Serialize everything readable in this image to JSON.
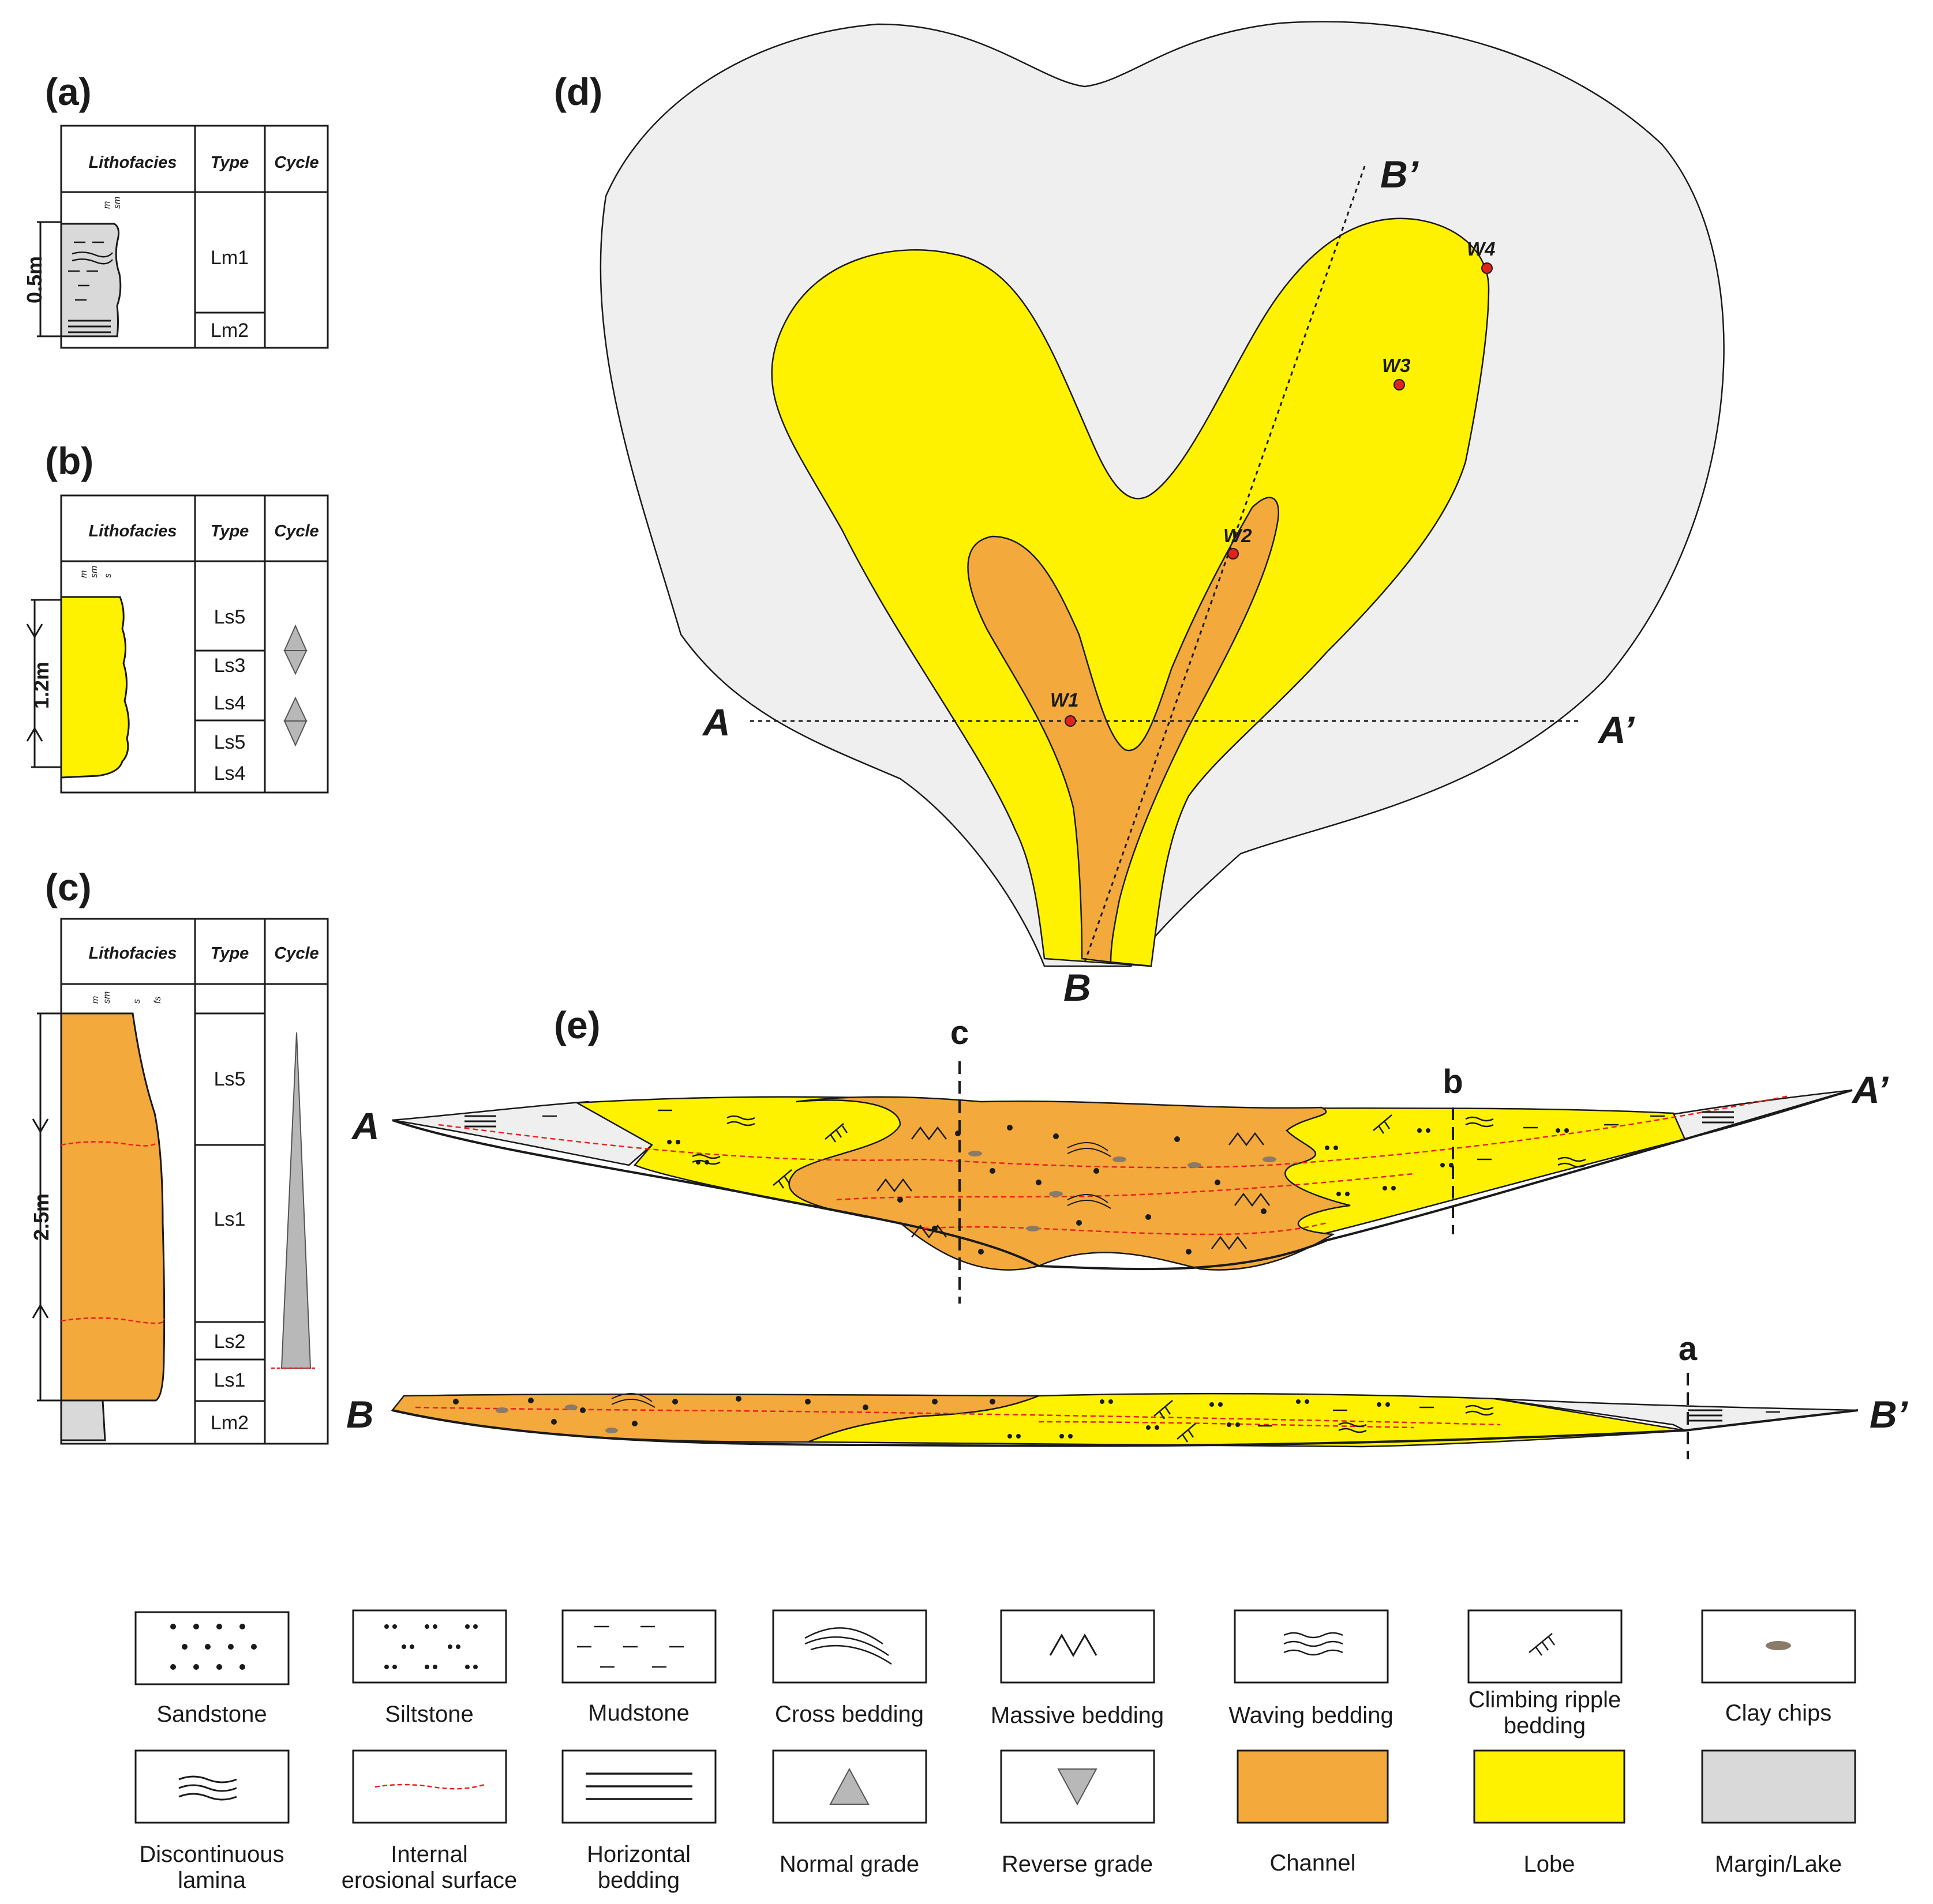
{
  "panels": {
    "a": {
      "label": "(a)",
      "headers": [
        "Lithofacies",
        "Type",
        "Cycle"
      ],
      "types": [
        "Lm1",
        "Lm2"
      ],
      "scale": "0.5m",
      "grain": [
        "m",
        "sm"
      ]
    },
    "b": {
      "label": "(b)",
      "headers": [
        "Lithofacies",
        "Type",
        "Cycle"
      ],
      "types": [
        "Ls5",
        "Ls3",
        "Ls4",
        "Ls5",
        "Ls4"
      ],
      "scale": "1.2m",
      "grain": [
        "m",
        "sm",
        "s"
      ]
    },
    "c": {
      "label": "(c)",
      "headers": [
        "Lithofacies",
        "Type",
        "Cycle"
      ],
      "types": [
        "Ls5",
        "Ls1",
        "Ls2",
        "Ls1",
        "Lm2"
      ],
      "scale": "2.5m",
      "grain": [
        "m",
        "sm",
        "s",
        "fs"
      ]
    },
    "d": {
      "label": "(d)",
      "points": {
        "A": "A",
        "A_prime": "A’",
        "B": "B",
        "B_prime": "B’"
      },
      "wells": [
        "W1",
        "W2",
        "W3",
        "W4"
      ]
    },
    "e": {
      "label": "(e)",
      "points": {
        "A": "A",
        "A_prime": "A’",
        "B": "B",
        "B_prime": "B’"
      },
      "sections": {
        "c": "c",
        "b": "b",
        "a": "a"
      }
    }
  },
  "legend": [
    {
      "key": "sandstone",
      "label": "Sandstone"
    },
    {
      "key": "siltstone",
      "label": "Siltstone"
    },
    {
      "key": "mudstone",
      "label": "Mudstone"
    },
    {
      "key": "cross",
      "label": "Cross bedding"
    },
    {
      "key": "massive",
      "label": "Massive bedding"
    },
    {
      "key": "waving",
      "label": "Waving bedding"
    },
    {
      "key": "climbing",
      "label": "Climbing ripple",
      "label2": "bedding"
    },
    {
      "key": "clay",
      "label": "Clay chips"
    },
    {
      "key": "lamina",
      "label": "Discontinuous",
      "label2": "lamina"
    },
    {
      "key": "erosion",
      "label": "Internal",
      "label2": "erosional surface"
    },
    {
      "key": "horizontal",
      "label": "Horizontal",
      "label2": "bedding"
    },
    {
      "key": "normal",
      "label": "Normal grade"
    },
    {
      "key": "reverse",
      "label": "Reverse grade"
    },
    {
      "key": "channel",
      "label": "Channel"
    },
    {
      "key": "lobe",
      "label": "Lobe"
    },
    {
      "key": "margin",
      "label": "Margin/Lake"
    }
  ],
  "colors": {
    "channel": "#F3A93C",
    "lobe": "#FFF200",
    "margin": "#D9D9D9",
    "lake_fill": "#EFEFEF",
    "erosion": "#E8211D",
    "clay": "#8A7A68",
    "well_dot": "#E2231A"
  }
}
